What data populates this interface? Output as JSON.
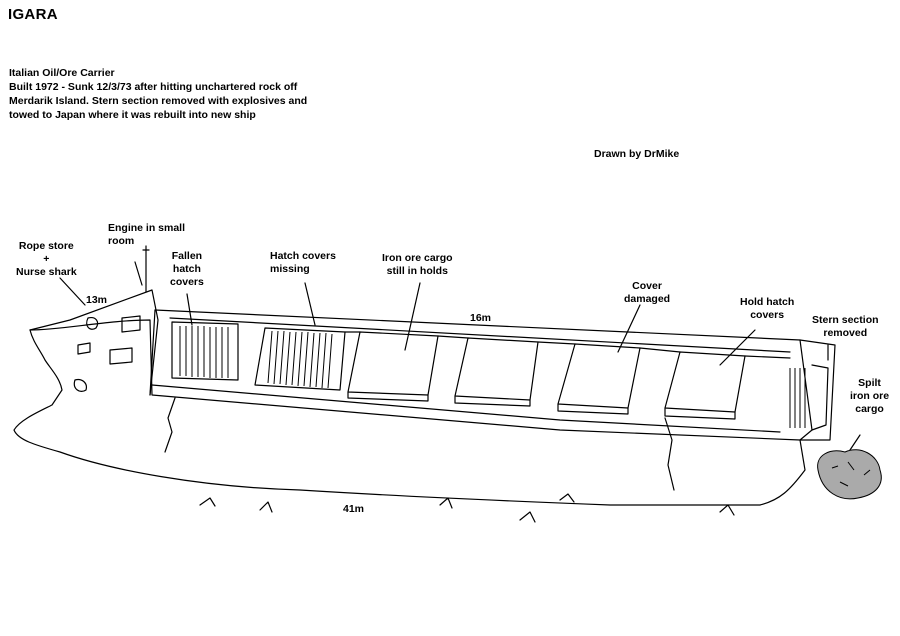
{
  "title": "IGARA",
  "description": [
    "Italian Oil/Ore Carrier",
    "Built 1972 - Sunk 12/3/73 after hitting unchartered rock off",
    "Merdarik Island.  Stern section removed with   explosives and",
    "towed to Japan where it was rebuilt into new ship"
  ],
  "credit": "Drawn by DrMike",
  "labels": {
    "rope_store": [
      "Rope store",
      "+",
      "Nurse shark"
    ],
    "engine": [
      "Engine in small",
      "room"
    ],
    "fallen_hatch": [
      "Fallen",
      "hatch",
      "covers"
    ],
    "hatch_missing": [
      "Hatch covers",
      "missing"
    ],
    "iron_ore_holds": [
      "Iron ore cargo",
      "still in holds"
    ],
    "cover_damaged": [
      "Cover",
      "damaged"
    ],
    "hold_hatch": [
      "Hold hatch",
      "covers"
    ],
    "stern_removed": [
      "Stern section",
      "removed"
    ],
    "spilt_cargo": [
      "Spilt",
      "iron ore",
      "cargo"
    ]
  },
  "dimensions": {
    "depth": "13m",
    "beam": "16m",
    "length": "41m"
  }
}
